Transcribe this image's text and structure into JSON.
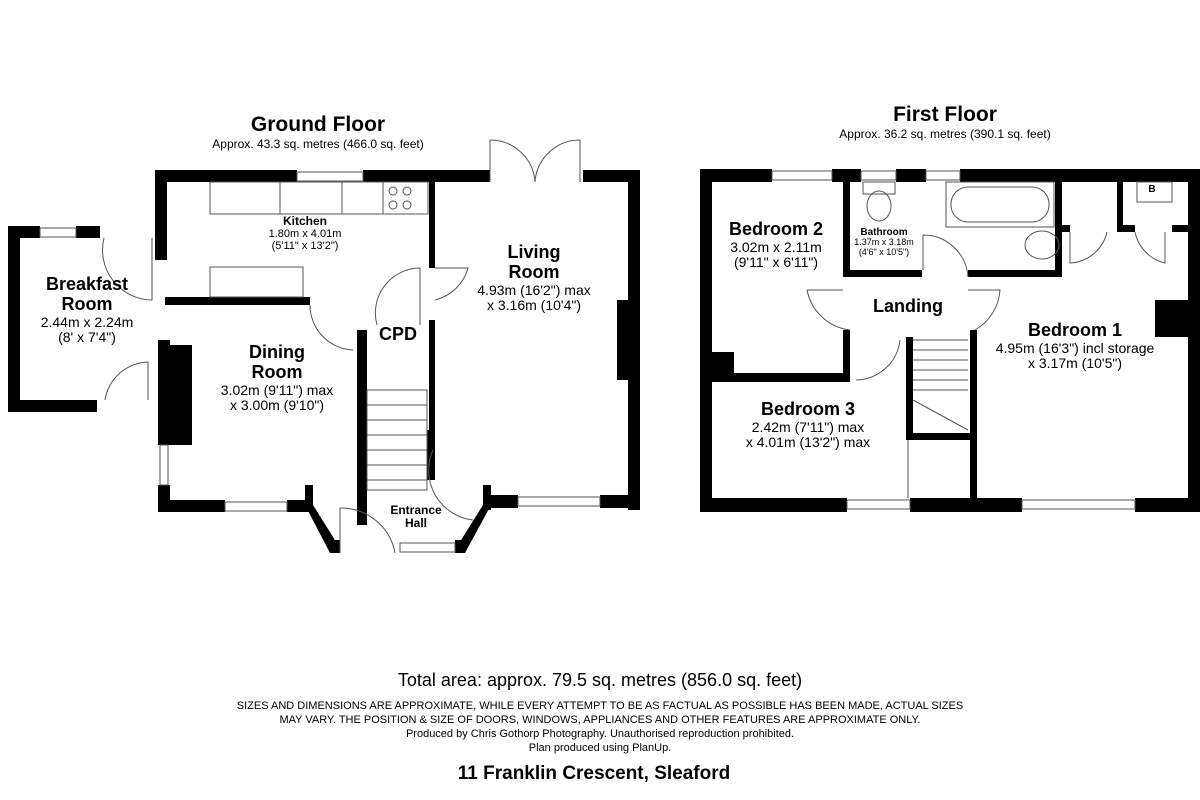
{
  "ground_floor": {
    "title": "Ground Floor",
    "area": "Approx. 43.3 sq. metres (466.0 sq. feet)",
    "rooms": {
      "kitchen": {
        "name": "Kitchen",
        "dims": [
          "1.80m x 4.01m",
          "(5'11\" x 13'2\")"
        ]
      },
      "breakfast": {
        "name": [
          "Breakfast",
          "Room"
        ],
        "dims": [
          "2.44m x 2.24m",
          "(8' x 7'4\")"
        ]
      },
      "living": {
        "name": [
          "Living",
          "Room"
        ],
        "dims": [
          "4.93m (16'2\") max",
          "x 3.16m (10'4\")"
        ]
      },
      "dining": {
        "name": [
          "Dining",
          "Room"
        ],
        "dims": [
          "3.02m (9'11\") max",
          "x 3.00m (9'10\")"
        ]
      },
      "cpd": {
        "name": "CPD"
      },
      "entrance": {
        "name": [
          "Entrance",
          "Hall"
        ]
      }
    }
  },
  "first_floor": {
    "title": "First Floor",
    "area": "Approx. 36.2 sq. metres (390.1 sq. feet)",
    "rooms": {
      "bedroom2": {
        "name": "Bedroom 2",
        "dims": [
          "3.02m x 2.11m",
          "(9'11\" x 6'11\")"
        ]
      },
      "bathroom": {
        "name": "Bathroom",
        "dims": [
          "1.37m x 3.18m",
          "(4'6\" x 10'5\")"
        ]
      },
      "landing": {
        "name": "Landing"
      },
      "bedroom1": {
        "name": "Bedroom 1",
        "dims": [
          "4.95m (16'3\") incl storage",
          "x 3.17m (10'5\")"
        ]
      },
      "bedroom3": {
        "name": "Bedroom 3",
        "dims": [
          "2.42m (7'11\") max",
          "x 4.01m (13'2\") max"
        ]
      },
      "boiler": {
        "label": "B"
      }
    }
  },
  "footer": {
    "total": "Total area: approx. 79.5 sq. metres (856.0 sq. feet)",
    "disclaimer": [
      "SIZES AND DIMENSIONS ARE APPROXIMATE, WHILE EVERY ATTEMPT TO BE AS FACTUAL AS POSSIBLE HAS BEEN MADE, ACTUAL SIZES",
      "MAY VARY. THE POSITION & SIZE OF DOORS, WINDOWS, APPLIANCES AND OTHER FEATURES ARE APPROXIMATE ONLY.",
      "Produced by Chris Gothorp Photography. Unauthorised reproduction prohibited.",
      "Plan produced using PlanUp."
    ],
    "address": "11 Franklin Crescent, Sleaford"
  }
}
